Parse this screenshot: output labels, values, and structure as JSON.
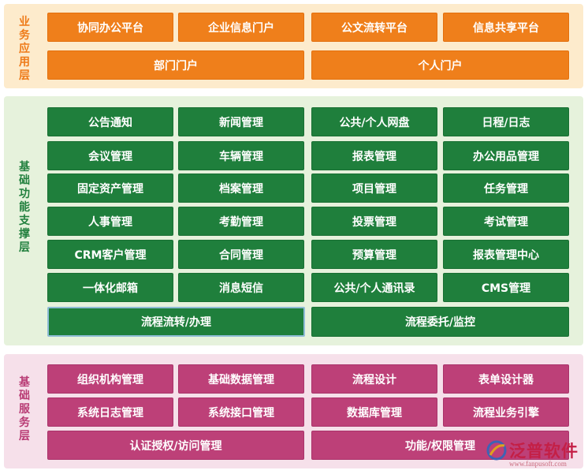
{
  "layers": {
    "business": {
      "label": "业务应用层",
      "boxes": [
        "协同办公平台",
        "企业信息门户",
        "公文流转平台",
        "信息共享平台",
        "部门门户",
        "个人门户"
      ]
    },
    "function": {
      "label": "基础功能支撑层",
      "boxes": [
        "公告通知",
        "新闻管理",
        "公共/个人网盘",
        "日程/日志",
        "会议管理",
        "车辆管理",
        "报表管理",
        "办公用品管理",
        "固定资产管理",
        "档案管理",
        "项目管理",
        "任务管理",
        "人事管理",
        "考勤管理",
        "投票管理",
        "考试管理",
        "CRM客户管理",
        "合同管理",
        "预算管理",
        "报表管理中心",
        "一体化邮箱",
        "消息短信",
        "公共/个人通讯录",
        "CMS管理",
        "流程流转/办理",
        "流程委托/监控"
      ]
    },
    "base": {
      "label": "基础服务层",
      "boxes": [
        "组织机构管理",
        "基础数据管理",
        "流程设计",
        "表单设计器",
        "系统日志管理",
        "系统接口管理",
        "数据库管理",
        "流程业务引擎",
        "认证授权/访问管理",
        "功能/权限管理"
      ]
    }
  },
  "watermark": {
    "brand": "泛普软件",
    "url": "www.fanpusoft.com"
  },
  "colors": {
    "business": "#ef7f1b",
    "function": "#1f7f3c",
    "base": "#bd4078"
  }
}
